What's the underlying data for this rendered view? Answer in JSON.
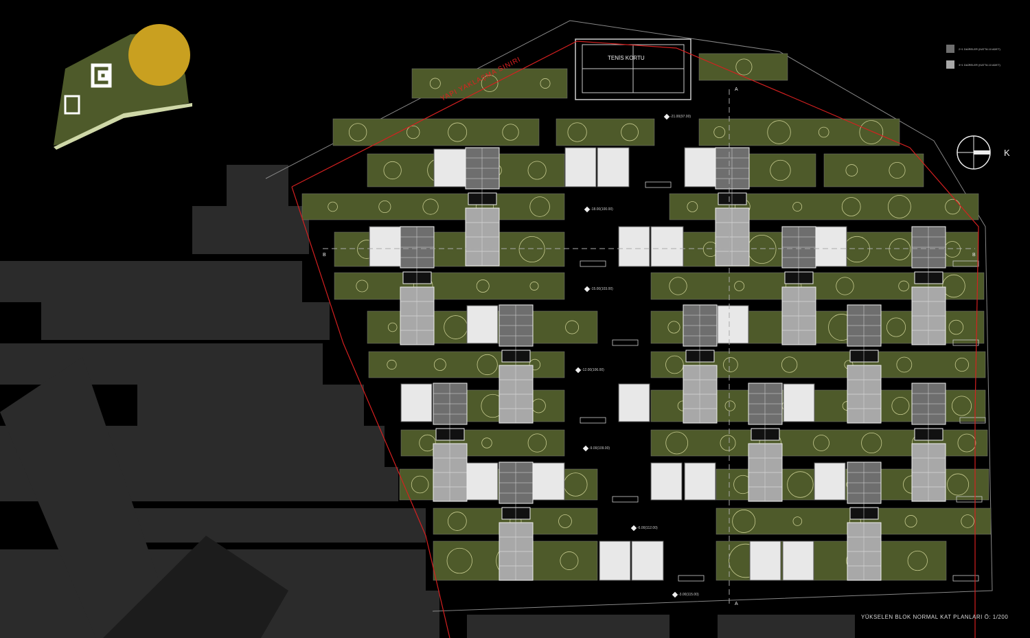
{
  "plan": {
    "title": "YÜKSELEN BLOK NORMAL KAT PLANLARI Ö: 1/200",
    "tennis_court_label": "TENİS KORTU",
    "boundary_label": "YAPI YAKLAŞMA SINIRI",
    "north_label": "K",
    "section_labels": {
      "a": "A",
      "b": "B"
    },
    "levels": [
      "-21.00(97.00)",
      "-18.00(100.00)",
      "-15.00(103.00)",
      "-12.00(106.00)",
      "-9.00(109.00)",
      "-6.00(112.00)",
      "-3.00(115.00)"
    ],
    "legend": [
      {
        "label": "2+1 DAİRELER (KATTA 10 ADET)",
        "color": "#6e6e6e"
      },
      {
        "label": "3+1 DAİRELER (KATTA 10 ADET)",
        "color": "#a8a8a8"
      }
    ]
  },
  "colors": {
    "green": "#4e5a2a",
    "white_block": "#e8e8e8",
    "boundary": "#d42020",
    "shadow": "#2b2b2b",
    "building": "#8a8a8a"
  }
}
